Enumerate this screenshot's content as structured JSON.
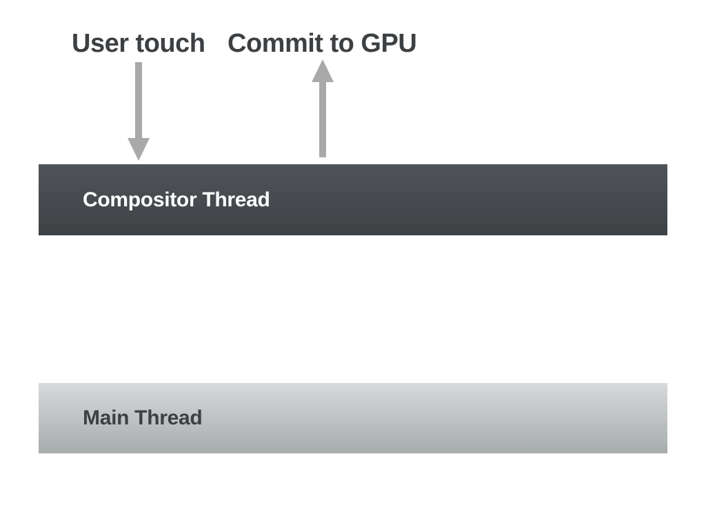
{
  "annotations": {
    "user_touch": "User touch",
    "commit_to_gpu": "Commit to GPU"
  },
  "arrows": [
    {
      "name": "user-touch-to-compositor",
      "direction": "down"
    },
    {
      "name": "compositor-to-gpu-commit",
      "direction": "up"
    }
  ],
  "tracks": [
    {
      "label": "Compositor Thread"
    },
    {
      "label": "Main Thread"
    }
  ],
  "colors": {
    "background": "#ffffff",
    "annotation_text": "#3d4043",
    "arrow": "#a9a9a9",
    "compositor_bar_top": "#50545a",
    "compositor_bar_bottom": "#3e4245",
    "compositor_text": "#ffffff",
    "main_bar_top": "#d7d9da",
    "main_bar_bottom": "#a7acac",
    "main_text": "#3d4043"
  }
}
